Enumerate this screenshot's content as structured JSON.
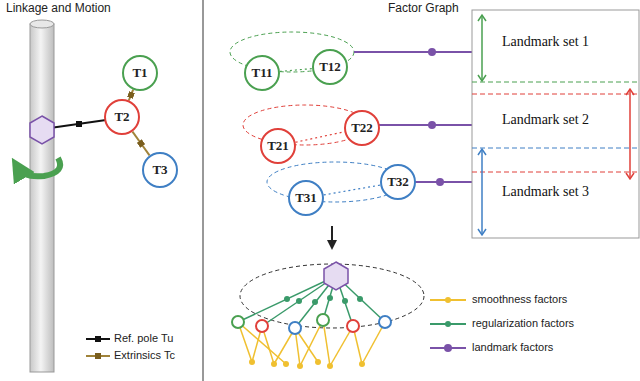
{
  "diagram": {
    "nodes": [
      {
        "text": [
          "T1"
        ]
      },
      {
        "text": [
          "T2"
        ]
      },
      {
        "text": [
          "T3"
        ]
      },
      {
        "text": [
          "T11"
        ]
      },
      {
        "text": [
          "T12"
        ]
      },
      {
        "text": [
          "T21"
        ]
      },
      {
        "text": [
          "T22"
        ]
      },
      {
        "text": [
          "T31"
        ]
      },
      {
        "text": [
          "T32"
        ]
      },
      {
        "text": [
          "Landmark set 1"
        ]
      },
      {
        "text": [
          "Landmark set 2"
        ]
      },
      {
        "text": [
          "Landmark set 3"
        ]
      }
    ],
    "edges": [
      {
        "from": 1,
        "to": 0,
        "arrow": "none"
      },
      {
        "from": 1,
        "to": 2,
        "arrow": "none"
      },
      {
        "from": 3,
        "to": 4,
        "arrow": "none"
      },
      {
        "from": 5,
        "to": 6,
        "arrow": "none"
      },
      {
        "from": 7,
        "to": 8,
        "arrow": "none"
      }
    ],
    "labels": [
      "Linkage and Motion",
      "Factor Graph"
    ],
    "legend": [
      {
        "text": "Ref. pole Tu"
      },
      {
        "text": "Extrinsics Tc"
      },
      {
        "text": "smoothness factors"
      },
      {
        "text": "regularization factors"
      },
      {
        "text": "landmark factors"
      }
    ]
  }
}
